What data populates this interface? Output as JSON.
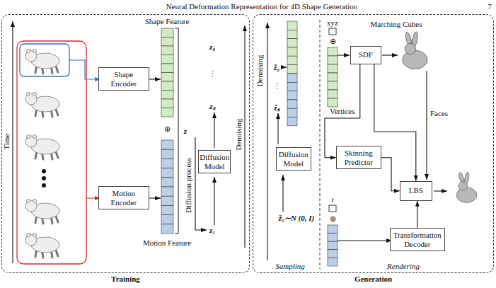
{
  "diagram": {
    "nodes": [
      {
        "text": [
          "Training"
        ]
      },
      {
        "text": [
          "Shape Encoder"
        ],
        "in": 0
      },
      {
        "text": [
          "Motion Encoder"
        ],
        "in": 0
      },
      {
        "text": [
          "Diffusion Model"
        ],
        "in": 0
      },
      {
        "text": [
          "Generation"
        ]
      },
      {
        "text": [
          "Diffusion Model"
        ],
        "in": 4
      },
      {
        "text": [
          "SDF"
        ],
        "in": 4
      },
      {
        "text": [
          "Skinning Predictor"
        ],
        "in": 4
      },
      {
        "text": [
          "LBS"
        ],
        "in": 4
      },
      {
        "text": [
          "Transformation Decoder"
        ],
        "in": 4
      }
    ],
    "edges": [
      {
        "from": 6,
        "to": 7,
        "arrow": "to"
      },
      {
        "from": 6,
        "to": 8,
        "arrow": "to"
      },
      {
        "from": 7,
        "to": 8,
        "arrow": "to"
      },
      {
        "from": 9,
        "to": 8,
        "arrow": "to"
      }
    ],
    "labels": [
      "Neural Deformation Representation for 4D Shape Generation",
      "7",
      "Time",
      "Shape Feature",
      "⊕",
      "Motion Feature",
      "z",
      "z₀",
      "⋮",
      "zₛ",
      "Diffusion process",
      "z₁",
      "Denoising",
      "Denoising",
      "z̃₀",
      "⋮",
      "z̃ₛ",
      "z̃₁∼N (0, I)",
      "Sampling",
      "xyz",
      "⊕",
      "Marching Cubes",
      "Vertices",
      "Faces",
      "t",
      "⊕",
      "Rendering"
    ]
  }
}
